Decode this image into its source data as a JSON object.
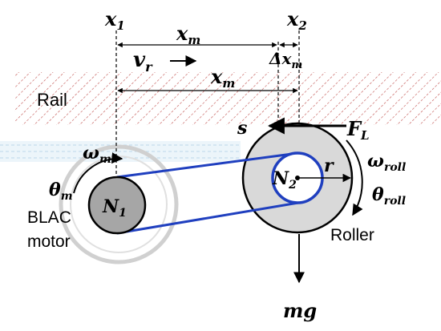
{
  "labels": {
    "x1": "x",
    "x1_sub": "1",
    "x2": "x",
    "x2_sub": "2",
    "xm_top": "x",
    "xm_top_sub": "m",
    "vr": "v",
    "vr_sub": "r",
    "xm_mid": "x",
    "xm_mid_sub": "m",
    "delta_xm": "Δx",
    "delta_xm_sub": "m",
    "rail": "Rail",
    "s": "s",
    "fl": "F",
    "fl_sub": "L",
    "omega_m": "ω",
    "omega_m_sub": "m",
    "theta_m": "θ",
    "theta_m_sub": "m",
    "n1": "N",
    "n1_sub": "1",
    "n2": "N",
    "n2_sub": "2",
    "r": "r",
    "omega_roll": "ω",
    "omega_roll_sub": "roll",
    "theta_roll": "θ",
    "theta_roll_sub": "roll",
    "motor_line1": "BLAC",
    "motor_line2": "motor",
    "roller": "Roller",
    "mg": "mg"
  },
  "colors": {
    "hatch": "#c0504d",
    "belt": "#1f3fbf",
    "roller_fill": "#d9d9d9",
    "motor_fill": "#a6a6a6",
    "ghost": "#d0d0d0",
    "ghost_band": "#dcecf5"
  }
}
